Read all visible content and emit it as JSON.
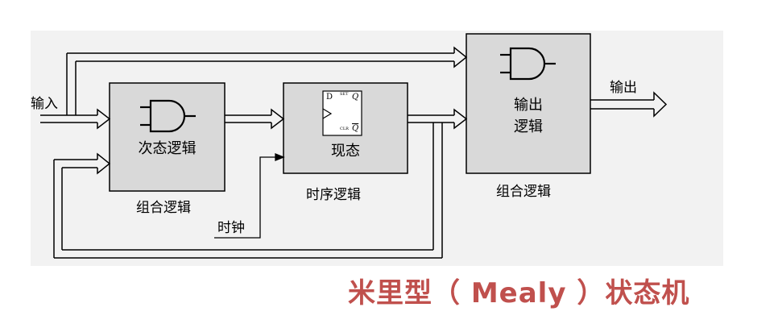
{
  "labels": {
    "input": "输入",
    "output": "输出",
    "next_state_logic": "次态逻辑",
    "comb_logic_left": "组合逻辑",
    "current_state": "现态",
    "sequential_logic": "时序逻辑",
    "clock": "时钟",
    "output_logic_line1": "输出",
    "output_logic_line2": "逻辑",
    "comb_logic_right": "组合逻辑"
  },
  "flipflop": {
    "d": "D",
    "q": "Q",
    "qbar": "Q",
    "set": "SET",
    "clr": "CLR"
  },
  "title": "米里型（ Mealy ）状态机",
  "colors": {
    "panel": "#f2f2f2",
    "block_fill": "#d9d9d9",
    "line": "#000000",
    "title": "#c0504d"
  }
}
